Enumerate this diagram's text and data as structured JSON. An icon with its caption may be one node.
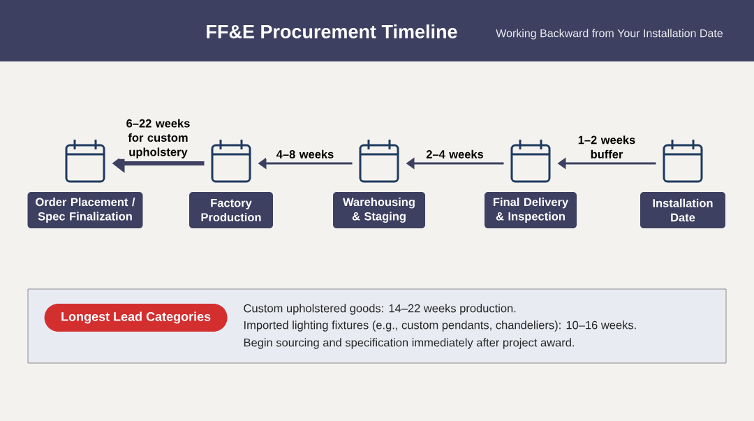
{
  "diagram": {
    "title": "FF&E Procurement Timeline",
    "nodes": [
      {
        "text": [],
        "shape": "calendar"
      },
      {
        "text": [],
        "shape": "calendar"
      },
      {
        "text": [],
        "shape": "calendar"
      },
      {
        "text": [],
        "shape": "calendar"
      },
      {
        "text": [],
        "shape": "calendar"
      },
      {
        "text": [
          "Order Placement / Spec Finalization"
        ]
      },
      {
        "text": [
          "Factory Production"
        ]
      },
      {
        "text": [
          "Warehousing & Staging"
        ]
      },
      {
        "text": [
          "Final Delivery & Inspection"
        ]
      },
      {
        "text": [
          "Installation Date"
        ]
      },
      {
        "text": [
          "Custom upholstered goods: 14–22 weeks production.",
          "Imported lighting fixtures (e.g., custom pendants, chandeliers): 10–16 weeks.",
          "Begin sourcing and specification immediately after project award."
        ]
      },
      {
        "text": [
          "Longest Lead Categories"
        ],
        "in": 10
      }
    ],
    "edges": [
      {
        "from": 4,
        "to": 3,
        "arrow": "to",
        "label": "1–2 weeks buffer"
      },
      {
        "from": 3,
        "to": 2,
        "arrow": "to",
        "label": "2–4 weeks"
      },
      {
        "from": 2,
        "to": 1,
        "arrow": "to",
        "label": "4–8 weeks"
      },
      {
        "from": 1,
        "to": 0,
        "arrow": "to",
        "label": "6–22 weeks for custom upholstery",
        "style": "thick"
      }
    ],
    "labels": [
      "Working Backward from Your Installation Date"
    ]
  }
}
